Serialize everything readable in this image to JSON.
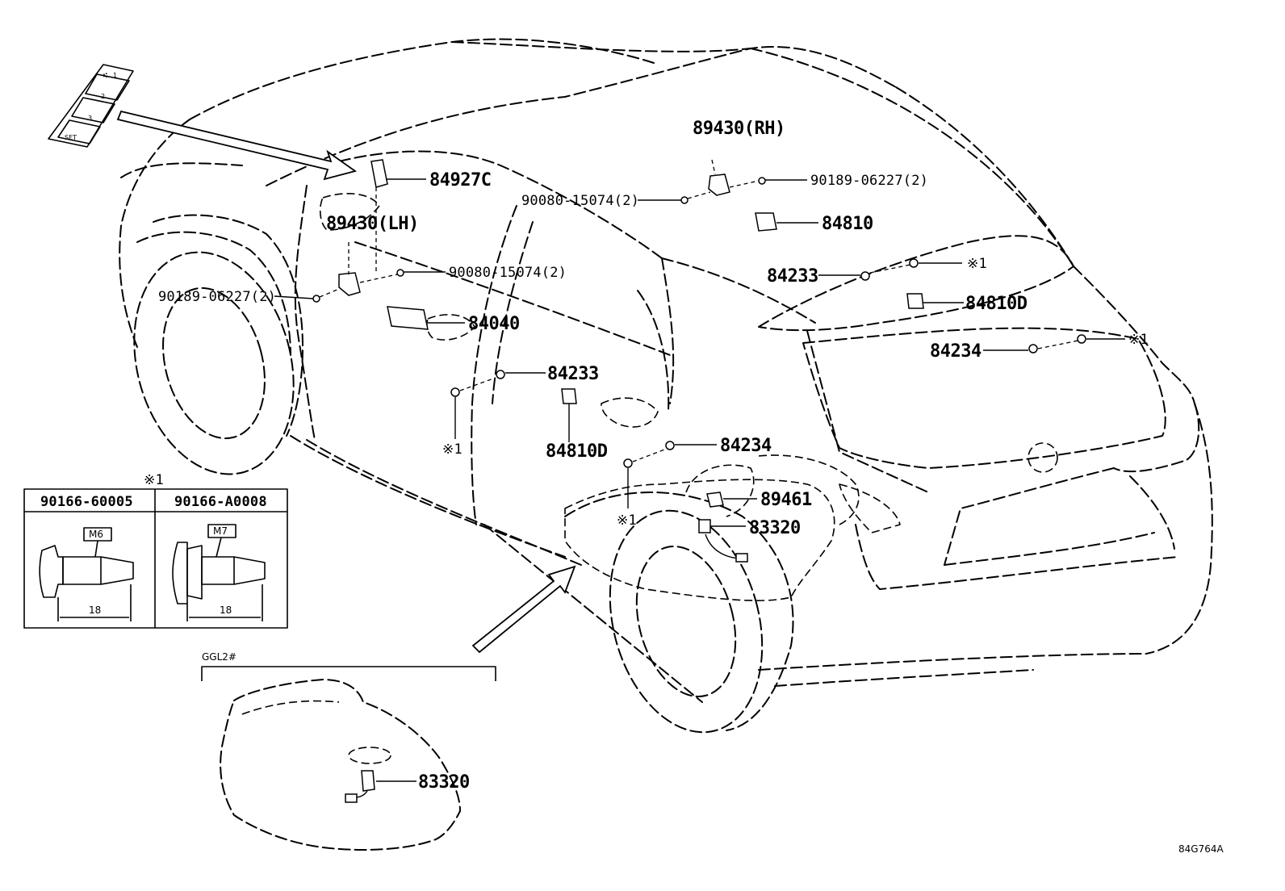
{
  "diagram_id": "84G764A",
  "labels": {
    "p84927c": "84927C",
    "p89430_lh": "89430(LH)",
    "p89430_rh": "89430(RH)",
    "p90189_left": "90189-06227(2)",
    "p90189_right": "90189-06227(2)",
    "p90080_left": "90080-15074(2)",
    "p90080_right": "90080-15074(2)",
    "p84040": "84040",
    "p84810": "84810",
    "p84233_top": "84233",
    "p84233_mid": "84233",
    "p84810d_right": "84810D",
    "p84810d_mid": "84810D",
    "p84234_right": "84234",
    "p84234_low": "84234",
    "p89461": "89461",
    "p83320": "83320",
    "p83320_inset": "83320",
    "mark_top": "※1",
    "mark_right": "※1",
    "mark_mid": "※1",
    "mark_low": "※1"
  },
  "bolt_table": {
    "title": "※1",
    "columns": [
      {
        "part": "90166-60005",
        "thread": "M6",
        "length": "18"
      },
      {
        "part": "90166-A0008",
        "thread": "M7",
        "length": "18"
      }
    ]
  },
  "seat_switch": {
    "buttons": [
      "1",
      "2",
      "3"
    ],
    "set_label": "SET"
  },
  "inset": {
    "title": "GGL2#"
  }
}
